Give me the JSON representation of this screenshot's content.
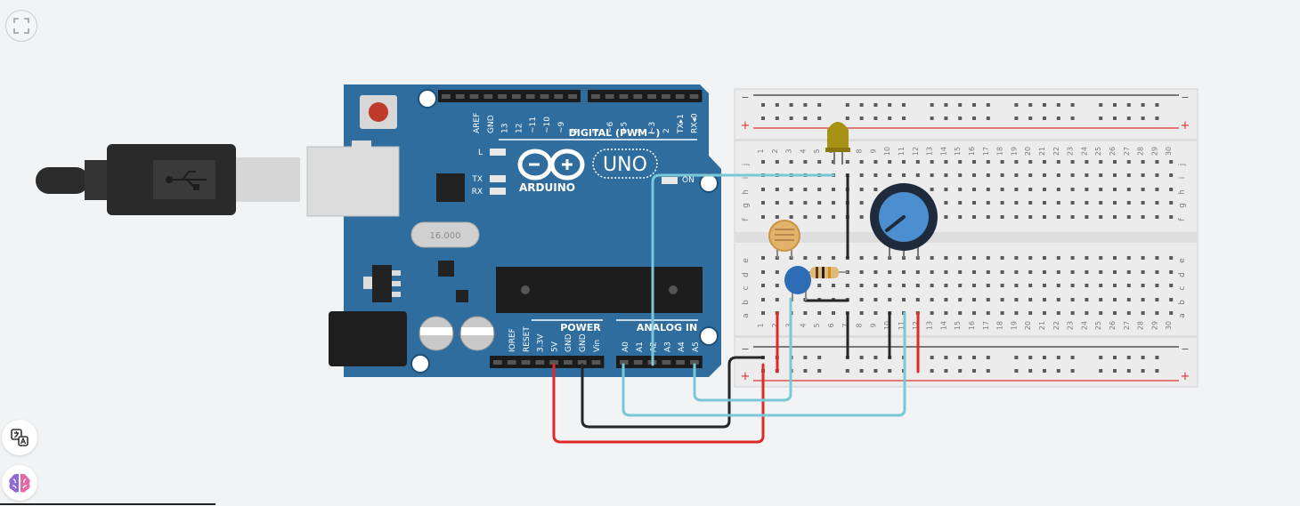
{
  "board": {
    "brand": "ARDUINO",
    "model": "UNO",
    "crystal_label": "16.000",
    "digital_header_label": "DIGITAL (PWM~)",
    "power_header_label": "POWER",
    "analog_header_label": "ANALOG IN",
    "led_labels": [
      "L",
      "TX",
      "RX"
    ],
    "on_label": "ON",
    "digital_pins_left": [
      "AREF",
      "GND",
      "13",
      "12",
      "~11",
      "~10",
      "~9",
      "8"
    ],
    "digital_pins_right": [
      "7",
      "~6",
      "~5",
      "4",
      "~3",
      "2",
      "TX▸1",
      "RX◂0"
    ],
    "power_pins": [
      "IOREF",
      "RESET",
      "3.3V",
      "5V",
      "GND",
      "GND",
      "Vin"
    ],
    "analog_pins": [
      "A0",
      "A1",
      "A2",
      "A3",
      "A4",
      "A5"
    ]
  },
  "breadboard": {
    "columns": [
      "1",
      "2",
      "3",
      "4",
      "5",
      "6",
      "7",
      "8",
      "9",
      "10",
      "11",
      "12",
      "13",
      "14",
      "15",
      "16",
      "17",
      "18",
      "19",
      "20",
      "21",
      "22",
      "23",
      "24",
      "25",
      "26",
      "27",
      "28",
      "29",
      "30"
    ],
    "rows_top": [
      "j",
      "i",
      "h",
      "g",
      "f"
    ],
    "rows_bottom": [
      "e",
      "d",
      "c",
      "b",
      "a"
    ],
    "rail_minus": "−",
    "rail_plus": "+"
  },
  "colors": {
    "board": "#2e6d9e",
    "wire_red": "#e02a2a",
    "wire_black": "#262626",
    "wire_cyan": "#79c8d8",
    "breadboard": "#ececec"
  },
  "toolbar": {
    "fullscreen_icon": "fullscreen-icon",
    "translate_icon": "translate-icon",
    "brain_icon": "brain-icon"
  }
}
